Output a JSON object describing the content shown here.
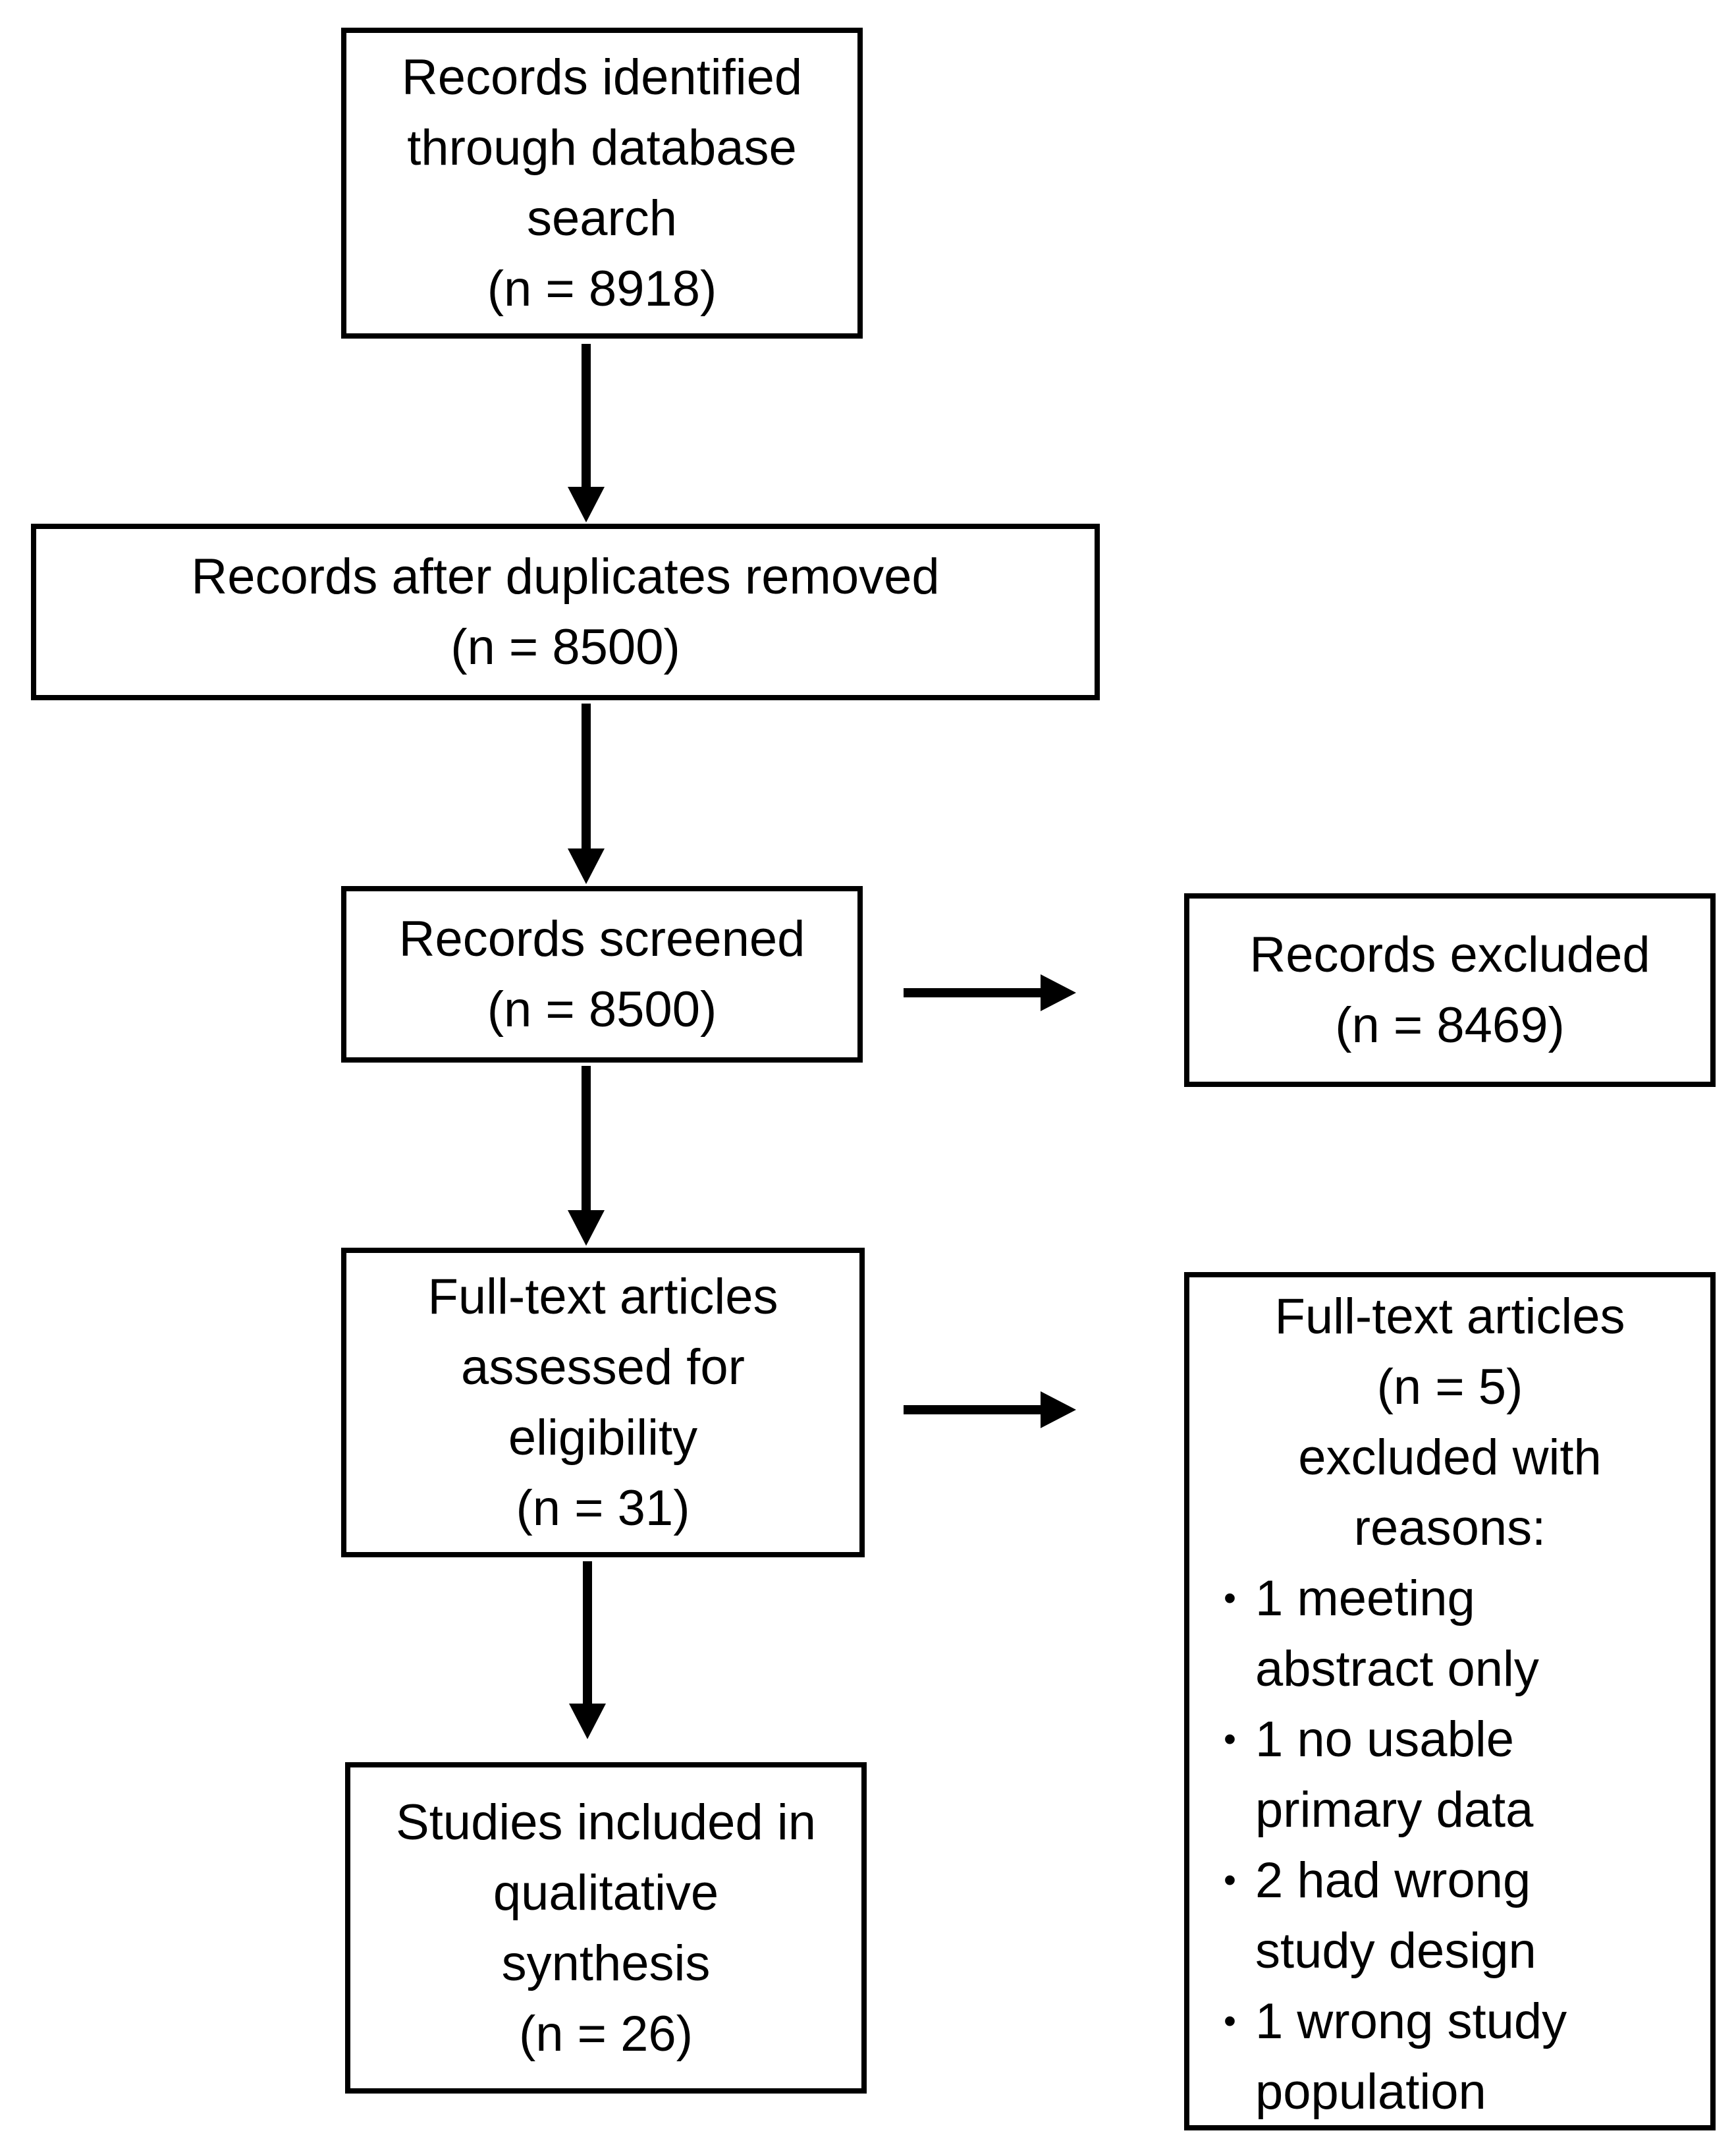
{
  "flow": {
    "box_identified": "Records identified\nthrough database\nsearch\n(n = 8918)",
    "box_duplicates": "Records after duplicates removed\n(n = 8500)",
    "box_screened": "Records screened\n(n = 8500)",
    "box_excluded": "Records excluded\n(n = 8469)",
    "box_fulltext": "Full-text articles\nassessed for\neligibility\n(n = 31)",
    "box_fulltext_excluded_header": "Full-text articles\n(n = 5)\nexcluded with\nreasons:",
    "bullet_marker": "•",
    "bullets": [
      "1 meeting\nabstract only",
      "1 no usable\nprimary data",
      "2 had wrong\nstudy design",
      "1 wrong study\npopulation"
    ],
    "box_included": "Studies included in\nqualitative\nsynthesis\n(n = 26)"
  },
  "colors": {
    "line": "#000000",
    "text": "#000000",
    "background": "#ffffff",
    "box_fill": "#ffffff"
  }
}
